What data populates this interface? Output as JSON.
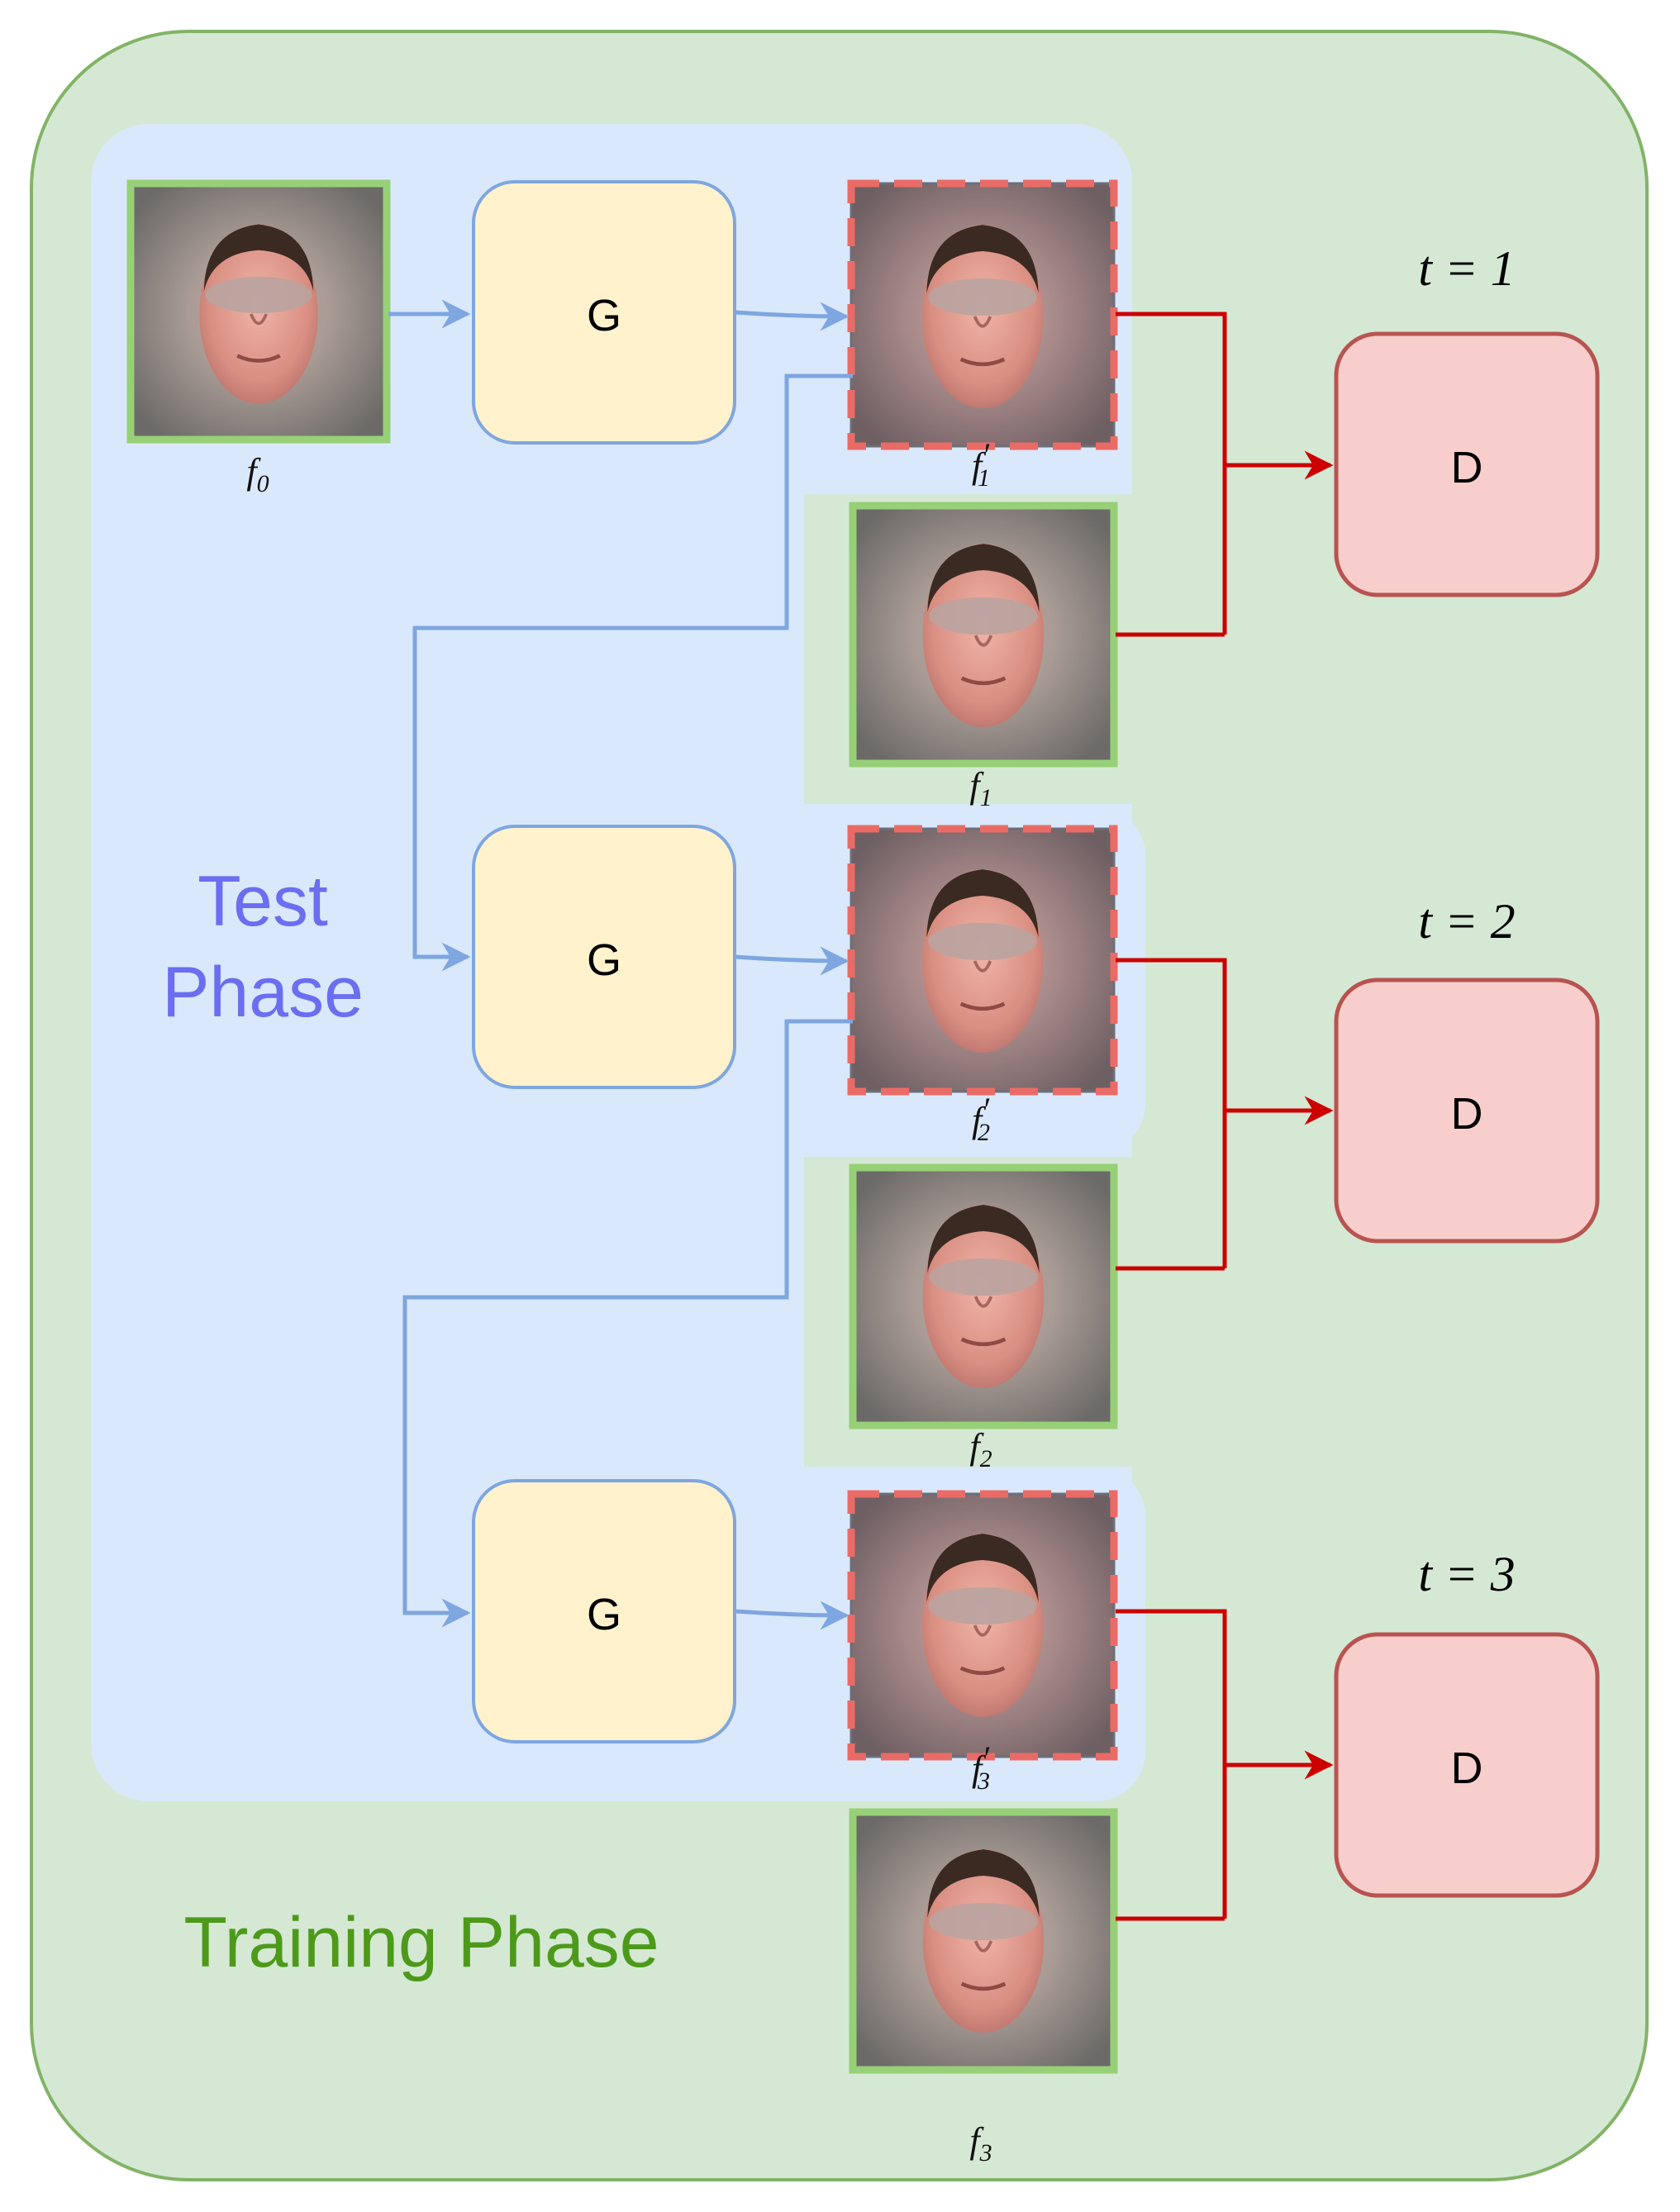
{
  "colors": {
    "training_bg": "#d5e8d4",
    "training_border": "#82b366",
    "test_bg": "#dae8fc",
    "test_text": "#6b6ef0",
    "training_text": "#4d9a1a",
    "gen_fill": "#fff2cc",
    "gen_stroke": "#7ea6e0",
    "disc_fill": "#f8cecc",
    "disc_stroke": "#b85450",
    "blue_arrow": "#7ea6e0",
    "red_arrow": "#cc0000",
    "real_frame": "#97d077",
    "fake_frame": "#ea6b66"
  },
  "labels": {
    "test_phase_line1": "Test",
    "test_phase_line2": "Phase",
    "training_phase": "Training Phase",
    "generator": "G",
    "discriminator": "D"
  },
  "steps": [
    {
      "time_label": "t = 1",
      "fake_frame": {
        "base": "f",
        "sub": "1",
        "prime": "′",
        "kind": "generated"
      },
      "real_frame": {
        "base": "f",
        "sub": "1",
        "prime": "",
        "kind": "ground-truth"
      }
    },
    {
      "time_label": "t = 2",
      "fake_frame": {
        "base": "f",
        "sub": "2",
        "prime": "′",
        "kind": "generated"
      },
      "real_frame": {
        "base": "f",
        "sub": "2",
        "prime": "",
        "kind": "ground-truth"
      }
    },
    {
      "time_label": "t = 3",
      "fake_frame": {
        "base": "f",
        "sub": "3",
        "prime": "′",
        "kind": "generated"
      },
      "real_frame": {
        "base": "f",
        "sub": "3",
        "prime": "",
        "kind": "ground-truth"
      }
    }
  ],
  "input_frame": {
    "base": "f",
    "sub": "0",
    "prime": "",
    "kind": "input"
  }
}
